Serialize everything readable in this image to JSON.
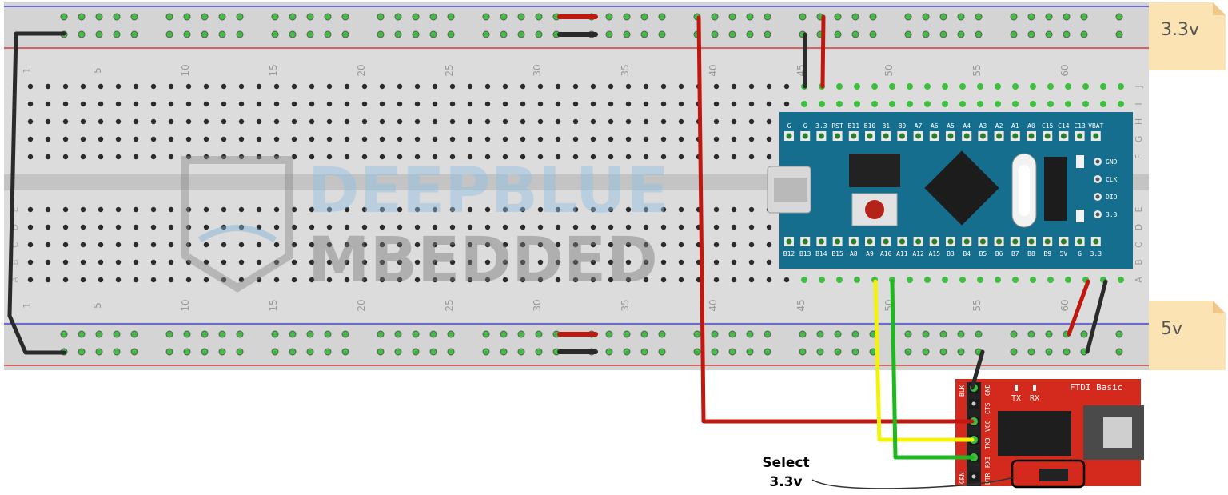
{
  "breadboard": {
    "top_numbers": [
      "1",
      "5",
      "10",
      "15",
      "20",
      "25",
      "30",
      "35",
      "40",
      "45",
      "50",
      "55",
      "60"
    ],
    "bottom_numbers": [
      "1",
      "5",
      "10",
      "15",
      "20",
      "25",
      "30",
      "35",
      "40",
      "45",
      "50",
      "55",
      "60"
    ],
    "row_letters_right_top": [
      "J",
      "I",
      "H",
      "G",
      "F"
    ],
    "row_letters_right_bottom": [
      "E",
      "D",
      "C",
      "B",
      "A"
    ],
    "row_letters_left_bottom": [
      "E",
      "D",
      "C",
      "B",
      "A"
    ]
  },
  "notes": {
    "top_rail": "3.3v",
    "bottom_rail": "5v"
  },
  "watermark": {
    "line1": "DEEPBLUE",
    "line2": "MBEDDED"
  },
  "stm32": {
    "top_pins": [
      "G",
      "G",
      "3.3",
      "RST",
      "B11",
      "B10",
      "B1",
      "B0",
      "A7",
      "A6",
      "A5",
      "A4",
      "A3",
      "A2",
      "A1",
      "A0",
      "C15",
      "C14",
      "C13",
      "VBAT"
    ],
    "bottom_pins": [
      "B12",
      "B13",
      "B14",
      "B15",
      "A8",
      "A9",
      "A10",
      "A11",
      "A12",
      "A15",
      "B3",
      "B4",
      "B5",
      "B6",
      "B7",
      "B8",
      "B9",
      "5V",
      "G",
      "3.3"
    ],
    "side_pins": [
      "GND",
      "CLK",
      "DIO",
      "3.3"
    ]
  },
  "ftdi": {
    "title": "FTDI Basic",
    "tx": "TX",
    "rx": "RX",
    "pins": [
      "BLK",
      "GND",
      "CTS",
      "VCC",
      "TXO",
      "RXI",
      "DTR",
      "GRN"
    ]
  },
  "callout": {
    "line1": "Select",
    "line2": "3.3v"
  },
  "colors": {
    "wire_red": "#c0170f",
    "wire_black": "#2a2a2a",
    "wire_yellow": "#f2f20a",
    "wire_green": "#1fb81f",
    "board_blue": "#156e8e",
    "ftdi_red": "#d42a1e",
    "note_bg": "#fbe3b4"
  }
}
